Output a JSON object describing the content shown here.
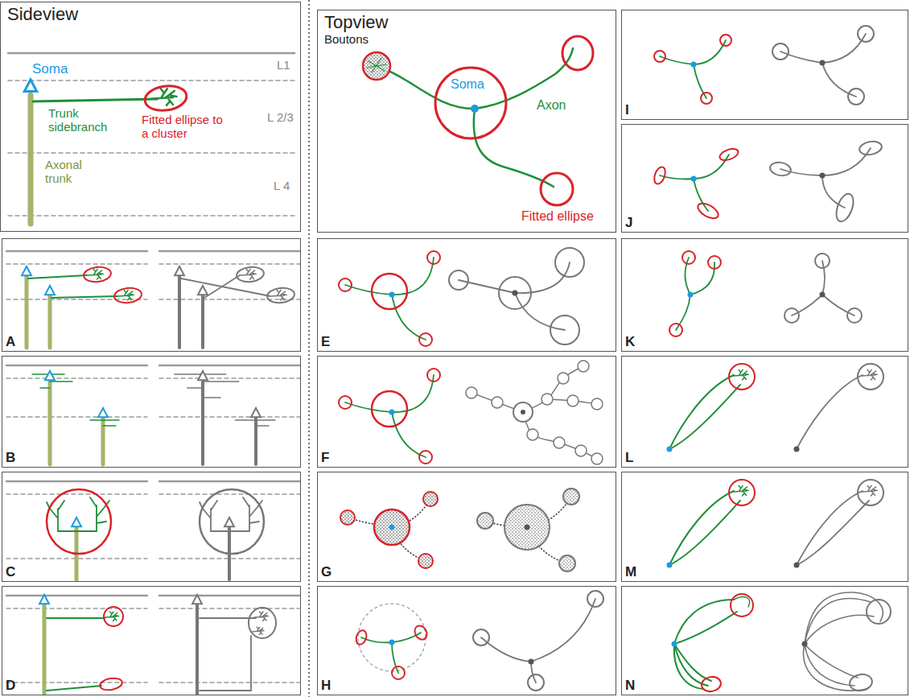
{
  "diagram": {
    "nodes": [
      {
        "text": [
          "Sideview"
        ]
      },
      {
        "text": [
          "Topview"
        ]
      },
      {
        "text": [
          "I"
        ]
      },
      {
        "text": [
          "J"
        ]
      },
      {
        "text": [
          "A"
        ]
      },
      {
        "text": [
          "E"
        ]
      },
      {
        "text": [
          "K"
        ]
      },
      {
        "text": [
          "B"
        ]
      },
      {
        "text": [
          "F"
        ]
      },
      {
        "text": [
          "L"
        ]
      },
      {
        "text": [
          "C"
        ]
      },
      {
        "text": [
          "G"
        ]
      },
      {
        "text": [
          "M"
        ]
      },
      {
        "text": [
          "D"
        ]
      },
      {
        "text": [
          "H"
        ]
      },
      {
        "text": [
          "N"
        ]
      }
    ],
    "labels": [
      "Soma",
      "L1",
      "L 2/3",
      "L 4",
      "Trunk sidebranch",
      "Fitted ellipse to a cluster",
      "Axonal trunk",
      "Boutons",
      "Soma",
      "Axon",
      "Fitted ellipse"
    ]
  }
}
